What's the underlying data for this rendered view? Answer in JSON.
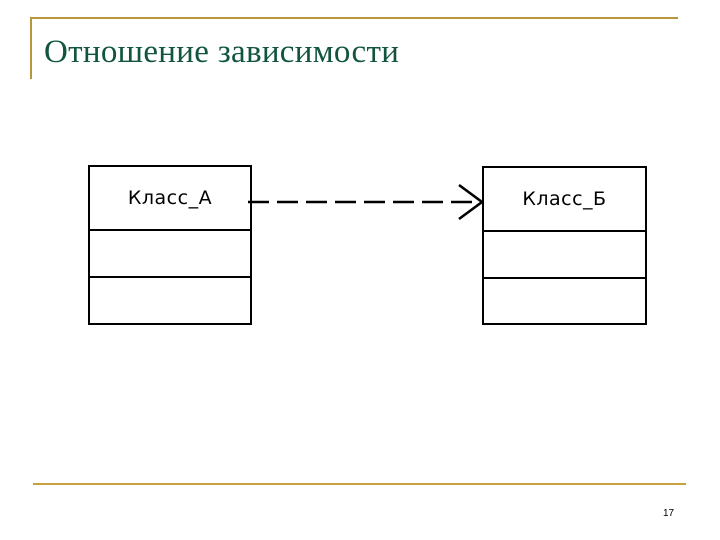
{
  "slide": {
    "title": "Отношение зависимости",
    "page_number": "17",
    "accent_color": "#b8963c",
    "title_color": "#12553f",
    "background_color": "#ffffff"
  },
  "diagram": {
    "type": "uml-class-diagram",
    "relationship": "dependency",
    "line_style": "dashed",
    "arrowhead_style": "open",
    "stroke_color": "#000000",
    "classes": [
      {
        "id": "class-a",
        "name": "Класс_А",
        "role": "client",
        "compartments": [
          "name",
          "attributes",
          "operations"
        ],
        "attributes": [],
        "operations": []
      },
      {
        "id": "class-b",
        "name": "Класс_Б",
        "role": "supplier",
        "compartments": [
          "name",
          "attributes",
          "operations"
        ],
        "attributes": [],
        "operations": []
      }
    ],
    "connector": {
      "from": "class-a",
      "to": "class-b",
      "label": ""
    }
  }
}
